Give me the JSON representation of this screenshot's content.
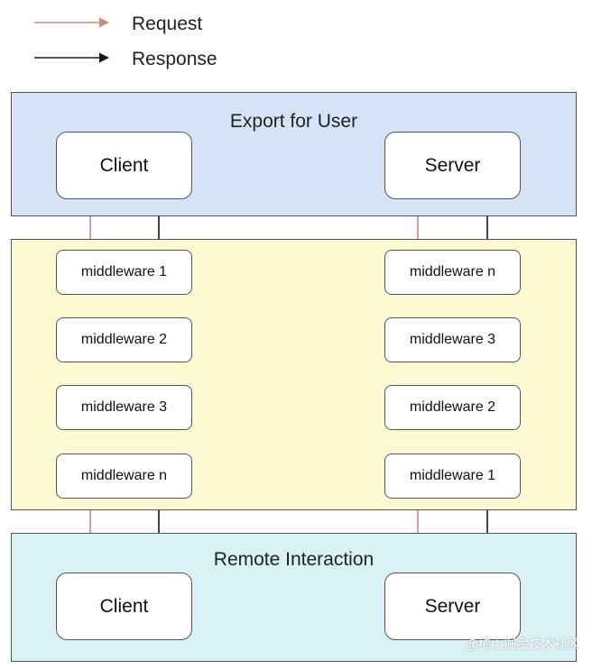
{
  "legend": {
    "request_label": "Request",
    "response_label": "Response"
  },
  "colors": {
    "request": "#c98a86",
    "response": "#1a1a1a",
    "export_band": "#d4e3f6",
    "middleware_band": "#fbfad3",
    "remote_band": "#d8f2f6"
  },
  "export_band": {
    "title": "Export for User",
    "client_label": "Client",
    "server_label": "Server"
  },
  "middleware_band": {
    "client_side": [
      "middleware 1",
      "middleware 2",
      "middleware 3",
      "middleware n"
    ],
    "server_side": [
      "middleware n",
      "middleware 3",
      "middleware 2",
      "middleware 1"
    ]
  },
  "remote_band": {
    "title": "Remote Interaction",
    "client_label": "Client",
    "server_label": "Server"
  },
  "watermark": "@稀土掘金技术社区"
}
